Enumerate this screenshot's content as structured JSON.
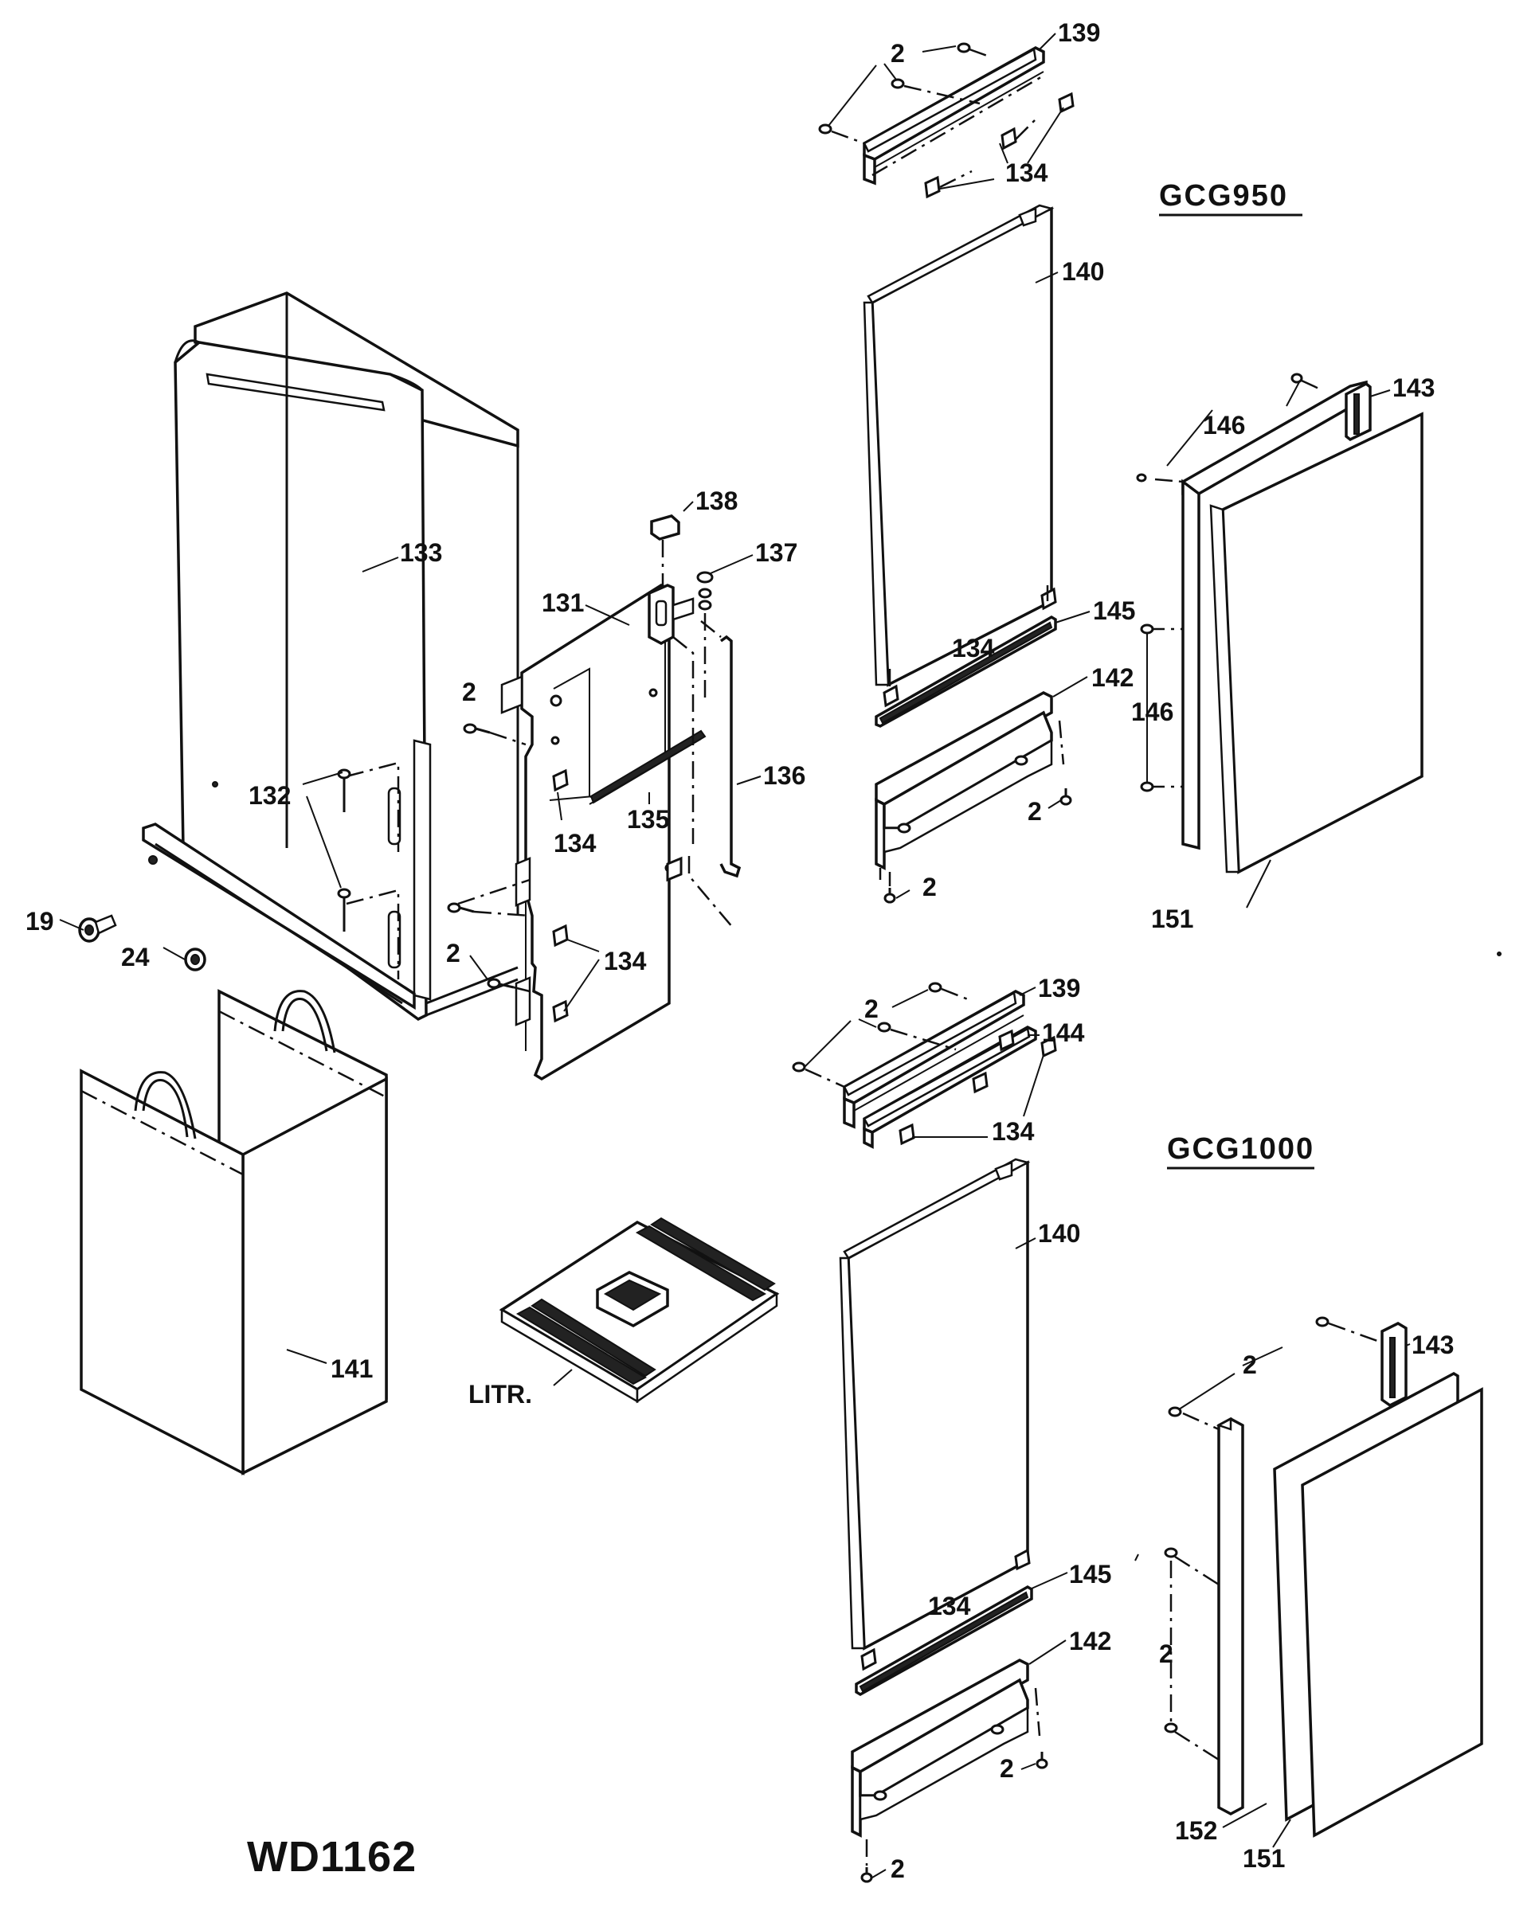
{
  "models": {
    "upper": "GCG950",
    "lower": "GCG1000"
  },
  "drawing_code": "WD1162",
  "labels": {
    "p2": "2",
    "p19": "19",
    "p24": "24",
    "p131": "131",
    "p132": "132",
    "p133": "133",
    "p134": "134",
    "p135": "135",
    "p136": "136",
    "p137": "137",
    "p138": "138",
    "p139": "139",
    "p140": "140",
    "p141": "141",
    "p142": "142",
    "p143": "143",
    "p144": "144",
    "p145": "145",
    "p146": "146",
    "p151": "151",
    "p152": "152",
    "litr": "LITR."
  }
}
